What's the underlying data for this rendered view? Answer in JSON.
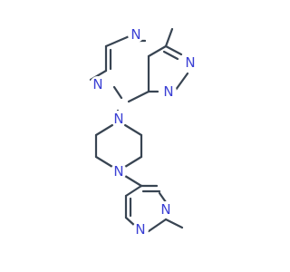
{
  "structure": {
    "atom_labels": {
      "N1": "N",
      "N2": "N",
      "N3": "N",
      "N4": "N",
      "N5": "N",
      "N6": "N",
      "N7": "N",
      "N8": "N"
    }
  },
  "colors": {
    "carbon_bond": "#384452",
    "nitrogen": "#3a3fd4",
    "background": "#ffffff"
  }
}
